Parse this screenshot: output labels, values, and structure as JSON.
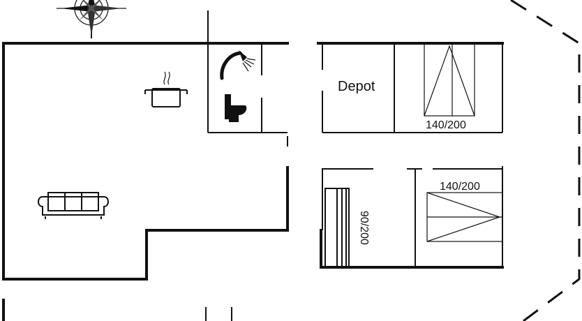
{
  "rooms": {
    "depot_label": "Depot"
  },
  "beds": {
    "bed_top_right": "140/200",
    "bed_mid_right": "140/200",
    "bed_single": "90/200"
  },
  "icons": [
    "compass-rose-icon",
    "cooking-pot-icon",
    "sofa-icon",
    "shower-icon",
    "toilet-icon"
  ],
  "colors": {
    "line": "#111111",
    "background": "#ffffff"
  }
}
